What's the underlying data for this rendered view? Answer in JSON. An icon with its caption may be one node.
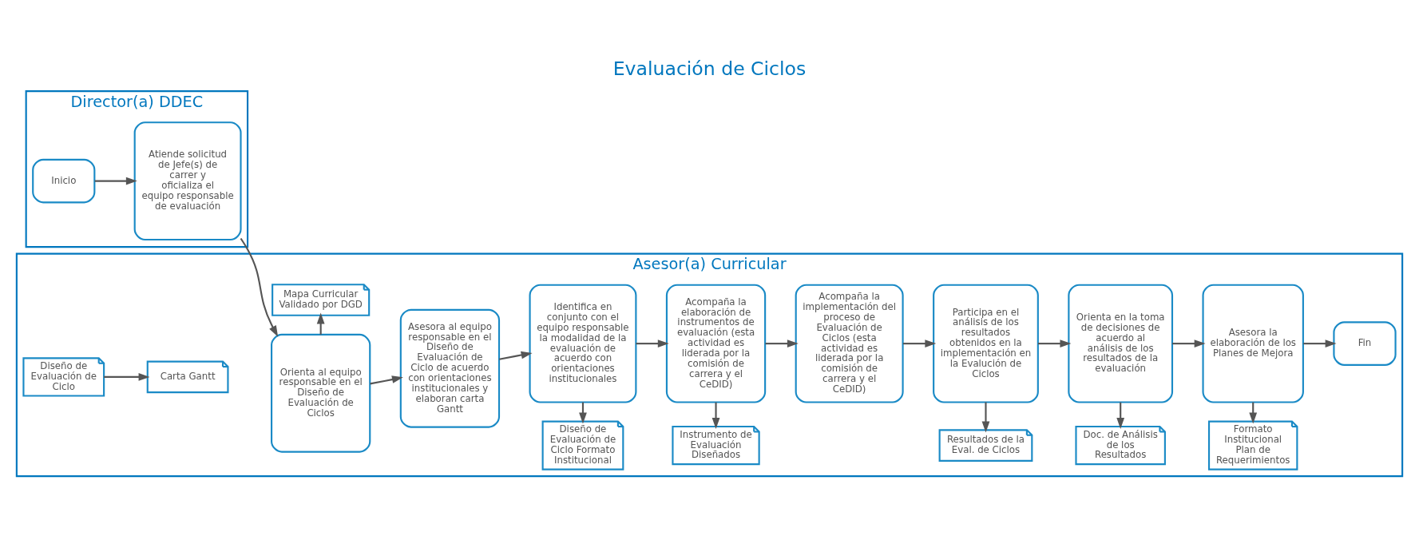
{
  "diagram": {
    "title": "Evaluación de Ciclos",
    "nodes": [
      {
        "text": [
          "Director(a) DDEC"
        ]
      },
      {
        "text": [
          "Inicio"
        ],
        "in": 0
      },
      {
        "text": [
          "Atiende solicitud de Jefe(s) de carrer y oficializa el equipo responsable de evaluación"
        ],
        "in": 0
      },
      {
        "text": [
          "Asesor(a) Curricular"
        ]
      },
      {
        "text": [
          "Mapa Curricular Validado por DGD"
        ],
        "in": 3
      },
      {
        "text": [
          "Orienta al equipo responsable en el Diseño de Evaluación de Ciclos"
        ],
        "in": 3
      },
      {
        "text": [
          "Diseño de Evaluación de Ciclo"
        ],
        "in": 3
      },
      {
        "text": [
          "Carta Gantt"
        ],
        "in": 3
      },
      {
        "text": [
          "Asesora al equipo responsable en el Diseño de Evaluación de Ciclo de acuerdo con orientaciones institucionales y elaboran carta Gantt"
        ],
        "in": 3
      },
      {
        "text": [
          "Diseño de Evaluación de Ciclo Formato Institucional"
        ],
        "in": 3
      },
      {
        "text": [
          "Identifica en conjunto con el equipo responsable la modalidad de la evaluación de acuerdo con orientaciones institucionales"
        ],
        "in": 3
      },
      {
        "text": [
          "Instrumento de Evaluación Diseñados"
        ],
        "in": 3
      },
      {
        "text": [
          "Acompaña la elaboración de instrumentos de evaluación (esta actividad es liderada por la comisión de carrera y el CeDID)"
        ],
        "in": 3
      },
      {
        "text": [
          "Acompaña la implementación del proceso de Evaluación de Ciclos (esta actividad es liderada por la comisión de carrera y el CeDID)"
        ],
        "in": 3
      },
      {
        "text": [
          "Resultados de la Eval. de Ciclos"
        ],
        "in": 3
      },
      {
        "text": [
          "Participa en el análisis de los resultados obtenidos en la implementación en la Evalución de Ciclos"
        ],
        "in": 3
      },
      {
        "text": [
          "Doc. de Análisis de los Resultados"
        ],
        "in": 3
      },
      {
        "text": [
          "Orienta en la toma de decisiones de acuerdo al análisis de los resultados de la evaluación"
        ],
        "in": 3
      },
      {
        "text": [
          "Formato Institucional Plan de Requerimientos"
        ],
        "in": 3
      },
      {
        "text": [
          "Asesora la elaboración de los Planes de Mejora"
        ],
        "in": 3
      },
      {
        "text": [
          "Fin"
        ],
        "in": 3
      }
    ],
    "edges": [
      {
        "from": 1,
        "to": 2,
        "arrow": "to"
      },
      {
        "from": 2,
        "to": 5,
        "arrow": "to"
      },
      {
        "from": 5,
        "to": 4,
        "arrow": "to"
      },
      {
        "from": 5,
        "to": 8,
        "arrow": "to"
      },
      {
        "from": 6,
        "to": 7,
        "arrow": "to"
      },
      {
        "from": 8,
        "to": 10,
        "arrow": "to"
      },
      {
        "from": 10,
        "to": 9,
        "arrow": "to"
      },
      {
        "from": 10,
        "to": 12,
        "arrow": "to"
      },
      {
        "from": 12,
        "to": 11,
        "arrow": "to"
      },
      {
        "from": 12,
        "to": 13,
        "arrow": "to"
      },
      {
        "from": 13,
        "to": 15,
        "arrow": "to"
      },
      {
        "from": 15,
        "to": 14,
        "arrow": "to"
      },
      {
        "from": 15,
        "to": 17,
        "arrow": "to"
      },
      {
        "from": 17,
        "to": 16,
        "arrow": "to"
      },
      {
        "from": 17,
        "to": 19,
        "arrow": "to"
      },
      {
        "from": 19,
        "to": 18,
        "arrow": "to"
      },
      {
        "from": 19,
        "to": 20,
        "arrow": "to"
      }
    ]
  }
}
